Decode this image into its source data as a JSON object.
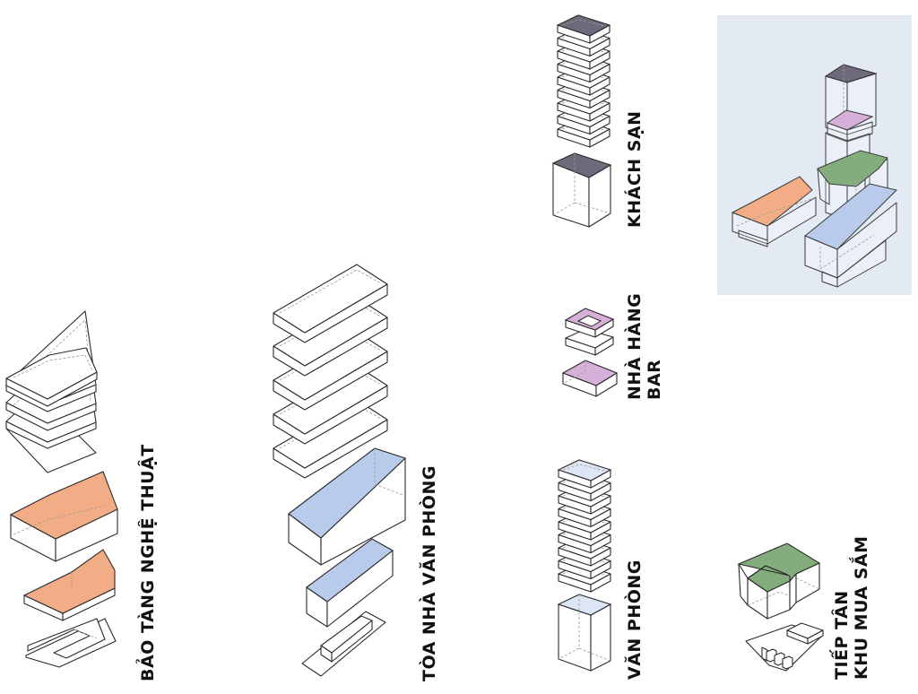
{
  "diagram": {
    "type": "exploded-axonometric",
    "colors": {
      "museum": "#f2ad86",
      "office_tower": "#b9cbea",
      "hotel": "#6e6a7c",
      "restaurant": "#d6b0d8",
      "office": "#dde6f4",
      "reception": "#84ad7d",
      "overview_bg": "#e4eaf4",
      "line": "#2a2a2a",
      "hidden_line": "#999999"
    },
    "groups": [
      {
        "id": "museum",
        "label_lines": [
          "BẢO TÀNG NGHỆ THUẬT"
        ],
        "floor_plates": 4,
        "solid_volumes": 2,
        "has_site_plan": true
      },
      {
        "id": "office-tower",
        "label_lines": [
          "TÒA NHÀ VĂN PHÒNG"
        ],
        "floor_plates": 5,
        "solid_volumes": 2,
        "has_site_plan": true
      },
      {
        "id": "hotel",
        "label_lines": [
          "KHÁCH SẠN"
        ],
        "floor_plates": 9,
        "solid_volumes": 1,
        "has_site_plan": false
      },
      {
        "id": "restaurant",
        "label_lines": [
          "NHÀ HÀNG",
          "BAR"
        ],
        "floor_plates": 2,
        "solid_volumes": 1,
        "has_site_plan": false
      },
      {
        "id": "office",
        "label_lines": [
          "VĂN PHÒNG"
        ],
        "floor_plates": 9,
        "solid_volumes": 1,
        "has_site_plan": false
      },
      {
        "id": "reception",
        "label_lines": [
          "TIẾP TÂN",
          "KHU MUA SẮM"
        ],
        "floor_plates": 0,
        "solid_volumes": 1,
        "has_site_plan": true
      }
    ],
    "overview": {
      "title": "",
      "components": [
        "hotel",
        "restaurant",
        "reception",
        "museum",
        "office-tower"
      ]
    }
  }
}
